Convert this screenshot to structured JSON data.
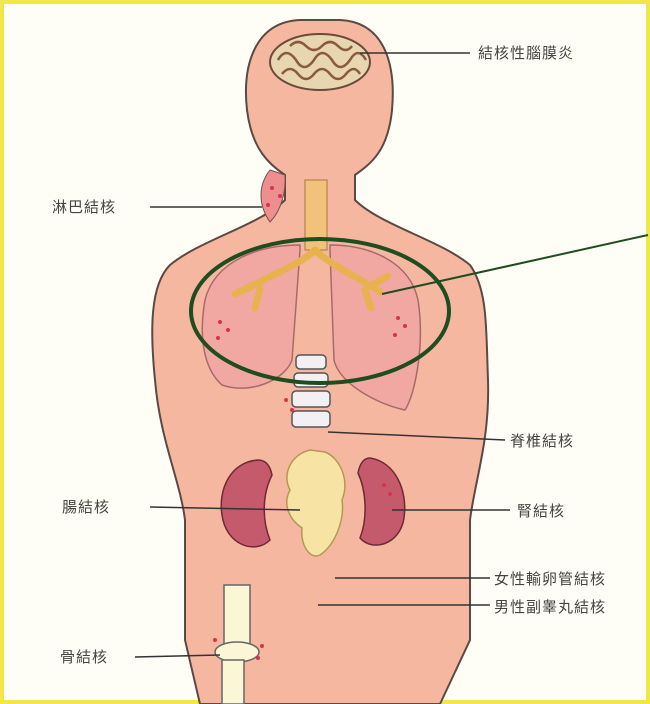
{
  "labels": {
    "meningitis": "結核性腦膜炎",
    "lymph": "淋巴結核",
    "spine": "脊椎結核",
    "intestine": "腸結核",
    "kidney": "腎結核",
    "fallopian": "女性輸卵管結核",
    "epididymis": "男性副睾丸結核",
    "bone": "骨結核"
  },
  "colors": {
    "frame": "#f2e64a",
    "skin": "#f4b39a",
    "outline": "#555555",
    "lung": "#f0a3a0",
    "kidney": "#c7546a",
    "intestine": "#f7e2a1",
    "trachea": "#f0c070",
    "highlight_ellipse": "#1f4d1f"
  }
}
